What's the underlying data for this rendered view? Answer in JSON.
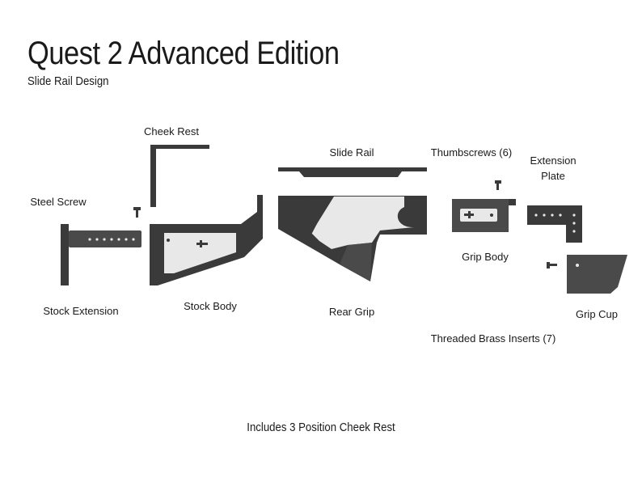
{
  "title": "Quest 2 Advanced Edition",
  "subtitle": "Slide Rail Design",
  "parts": {
    "cheek_rest": "Cheek Rest",
    "slide_rail": "Slide Rail",
    "thumbscrews": "Thumbscrews (6)",
    "extension_plate_line1": "Extension",
    "extension_plate_line2": "Plate",
    "steel_screw": "Steel Screw",
    "grip_body": "Grip Body",
    "stock_extension": "Stock Extension",
    "stock_body": "Stock Body",
    "rear_grip": "Rear Grip",
    "grip_cup": "Grip Cup",
    "threaded_brass_inserts": "Threaded Brass Inserts (7)"
  },
  "footer": "Includes 3 Position Cheek Rest"
}
